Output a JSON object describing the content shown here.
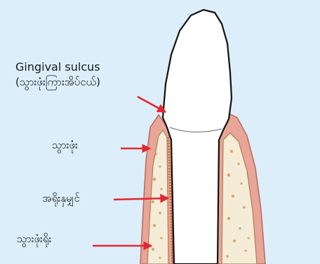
{
  "labels": {
    "title": "Gingival sulcus",
    "title_sub": "(သွားဖုံးကြားအိပ်ငယ်)",
    "gum": "သွားဖုံး",
    "ligament": "အရိုးနှမျှင်",
    "bone": "သွားဖုံးရိုး"
  },
  "colors": {
    "background": "#dceefa",
    "gum": "#e9a596",
    "gum_dark": "#d4817a",
    "bone": "#f4ecd7",
    "bone_speckle": "#d9a070",
    "tooth": "#ffffff",
    "ligament": "#cc6a3a",
    "arrow": "#e3262f"
  }
}
